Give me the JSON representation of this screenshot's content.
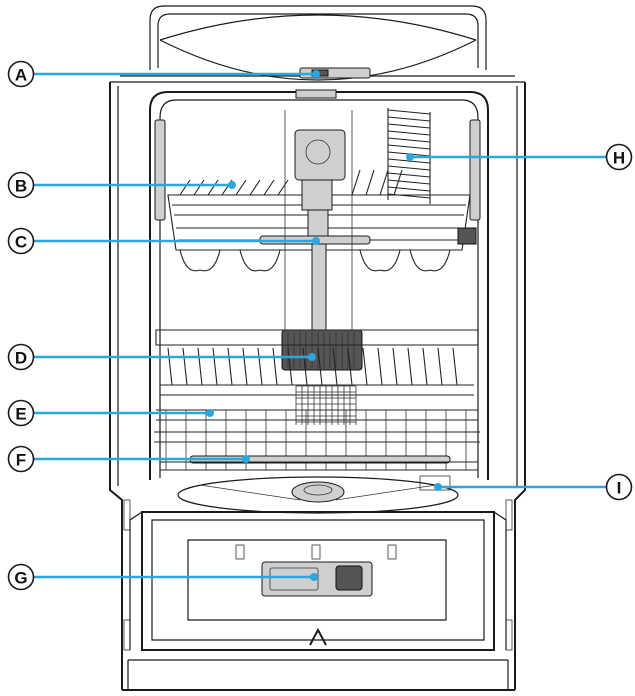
{
  "colors": {
    "leader_line": "#2aa7df",
    "outline": "#1a1a1a",
    "background": "#ffffff"
  },
  "callouts": [
    {
      "id": "a",
      "label": "A"
    },
    {
      "id": "b",
      "label": "B"
    },
    {
      "id": "c",
      "label": "C"
    },
    {
      "id": "d",
      "label": "D"
    },
    {
      "id": "e",
      "label": "E"
    },
    {
      "id": "f",
      "label": "F"
    },
    {
      "id": "g",
      "label": "G"
    },
    {
      "id": "h",
      "label": "H"
    },
    {
      "id": "i",
      "label": "I"
    }
  ]
}
